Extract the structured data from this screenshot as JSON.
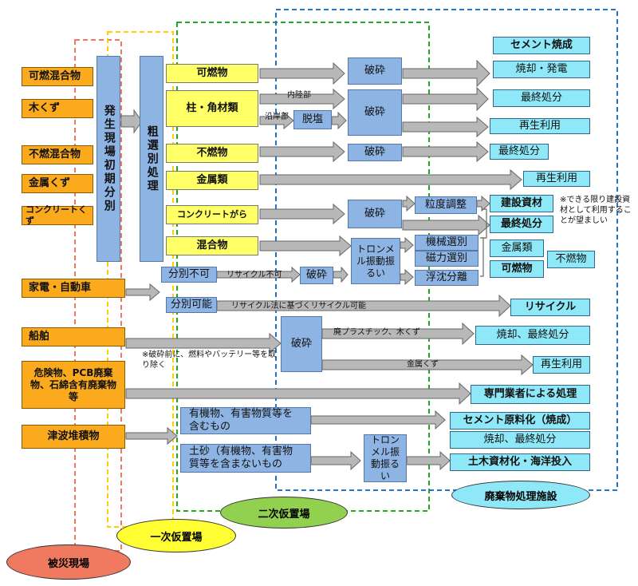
{
  "zones": {
    "site": "被災現場",
    "primary": "一次仮置場",
    "secondary": "二次仮置場",
    "facility": "廃棄物処理施設"
  },
  "sources": {
    "combustible_mix": "可燃混合物",
    "wood_waste": "木くず",
    "noncombustible_mix": "不燃混合物",
    "metal_scrap": "金属くず",
    "concrete_scrap": "コンクリートくず",
    "appliances_cars": "家電・自動車",
    "ships": "船舶",
    "hazardous": "危険物、PCB廃棄物、石綿含有廃棄物等",
    "tsunami": "津波堆積物"
  },
  "primary_sort": "発生現場初期分別",
  "rough_sort": "粗選別処理",
  "categories": {
    "combustible": "可燃物",
    "pillars": "柱・角材類",
    "noncombustible": "不燃物",
    "metals": "金属類",
    "concrete": "コンクリートがら",
    "mixed": "混合物"
  },
  "processes": {
    "crush": "破砕",
    "desalt": "脱塩",
    "inland": "内陸部",
    "coastal": "沿岸部",
    "grain_adjust": "粒度調整",
    "trommel_shaker": "トロンメル振動振るい",
    "mechanical_sort": "機械選別",
    "magnetic_sort": "磁力選別",
    "float_sink": "浮沈分離",
    "unsortable": "分別不可",
    "sortable": "分別可能",
    "no_recycle": "リサイクル不可",
    "recycle_law": "リサイクル法に基づくリサイクル可能",
    "plastic_wood": "廃プラスチック、木くず",
    "metal_scrap": "金属くず",
    "organic": "有機物、有害物質等を含むもの",
    "soil": "土砂（有機物、有害物質等を含まないもの"
  },
  "outputs": {
    "cement_firing": "セメント焼成",
    "incineration_power": "焼却・発電",
    "final_disposal": "最終処分",
    "reuse": "再生利用",
    "construction_material": "建設資材",
    "metals": "金属類",
    "combustibles": "可燃物",
    "noncombustibles": "不燃物",
    "recycle": "リサイクル",
    "incineration_final": "焼却、最終処分",
    "specialist": "専門業者による処理",
    "cement_raw": "セメント原料化（焼成）",
    "civil_marine": "土木資材化・海洋投入"
  },
  "notes": {
    "construction_note": "※できる限り建設資材として利用することが望ましい",
    "crush_note": "※破砕前に、燃料やバッテリー等を取り除く"
  },
  "colors": {
    "source": "#fbaa1e",
    "category": "#ffff66",
    "process": "#8eb4e3",
    "output": "#8ee8f8",
    "site_zone": "#f07a60",
    "primary_zone": "#ffd700",
    "secondary_zone": "#22aa22",
    "facility_zone": "#2277cc"
  }
}
